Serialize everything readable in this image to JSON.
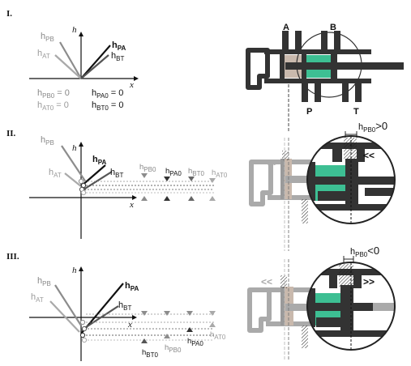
{
  "colors": {
    "dark": "#333333",
    "grey": "#8c8c8c",
    "light_grey": "#a9a9a9",
    "spool_accent": "#3dbf93",
    "tan": "#c9b9ad"
  },
  "axes": {
    "h_label": "h",
    "x_label": "x"
  },
  "ports": {
    "a": "A",
    "b": "B",
    "p": "P",
    "t": "T"
  },
  "rows": [
    {
      "id": "I.",
      "labels": {
        "pb": {
          "base": "h",
          "sub": "PB"
        },
        "at": {
          "base": "h",
          "sub": "AT"
        },
        "pa": {
          "base": "h",
          "sub": "PA"
        },
        "bt": {
          "base": "h",
          "sub": "BT"
        }
      },
      "conditions": {
        "pb0": {
          "base": "h",
          "sub": "PB0",
          "rel": " = 0"
        },
        "at0": {
          "base": "h",
          "sub": "AT0",
          "rel": " = 0"
        },
        "pa0": {
          "base": "h",
          "sub": "PA0",
          "rel": " = 0"
        },
        "bt0": {
          "base": "h",
          "sub": "BT0",
          "rel": " = 0"
        }
      }
    },
    {
      "id": "II.",
      "labels": {
        "pb": {
          "base": "h",
          "sub": "PB"
        },
        "at": {
          "base": "h",
          "sub": "AT"
        },
        "pa": {
          "base": "h",
          "sub": "PA"
        },
        "bt": {
          "base": "h",
          "sub": "BT"
        }
      },
      "offsets": {
        "pb0": {
          "base": "h",
          "sub": "PB0"
        },
        "pa0": {
          "base": "h",
          "sub": "PA0"
        },
        "bt0": {
          "base": "h",
          "sub": "BT0"
        },
        "at0": {
          "base": "h",
          "sub": "AT0"
        }
      },
      "overlap": {
        "base": "h",
        "sub": "PB0",
        "rel": ">0"
      }
    },
    {
      "id": "III.",
      "labels": {
        "pb": {
          "base": "h",
          "sub": "PB"
        },
        "at": {
          "base": "h",
          "sub": "AT"
        },
        "pa": {
          "base": "h",
          "sub": "PA"
        },
        "bt": {
          "base": "h",
          "sub": "BT"
        }
      },
      "offsets": {
        "bt0": {
          "base": "h",
          "sub": "BT0"
        },
        "pb0": {
          "base": "h",
          "sub": "PB0"
        },
        "pa0": {
          "base": "h",
          "sub": "PA0"
        },
        "at0": {
          "base": "h",
          "sub": "AT0"
        }
      },
      "overlap": {
        "base": "h",
        "sub": "PB0",
        "rel": "<0"
      }
    }
  ]
}
